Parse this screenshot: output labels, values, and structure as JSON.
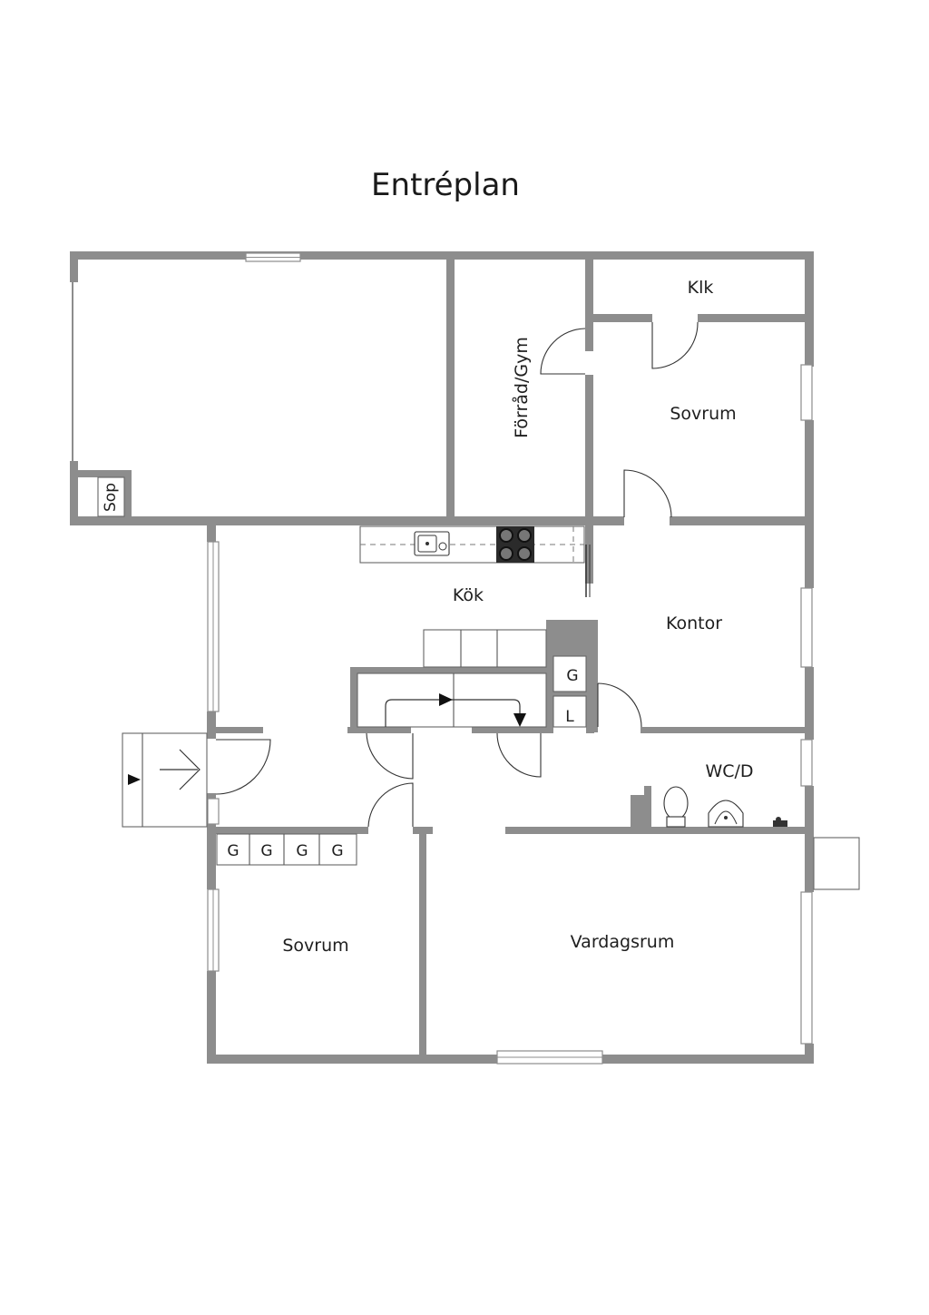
{
  "title": "Entréplan",
  "rooms": {
    "klk": "Klk",
    "forrad_gym": "Förråd/Gym",
    "sovrum_top": "Sovrum",
    "sop": "Sop",
    "kok": "Kök",
    "kontor": "Kontor",
    "wc_d": "WC/D",
    "sovrum_bottom": "Sovrum",
    "vardagsrum": "Vardagsrum"
  },
  "wardrobes": {
    "g_kitchen": "G",
    "l_kitchen": "L",
    "g_1": "G",
    "g_2": "G",
    "g_3": "G",
    "g_4": "G"
  },
  "colors": {
    "wall": "#8d8d8d",
    "line": "#333333",
    "background": "#ffffff"
  }
}
